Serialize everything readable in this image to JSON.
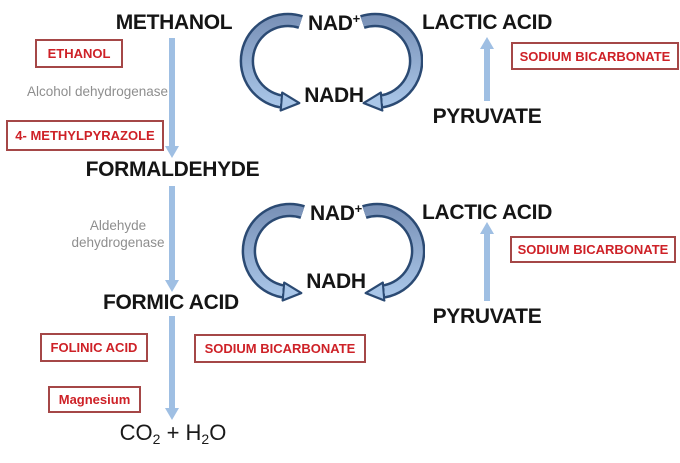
{
  "nodes": {
    "methanol": "METHANOL",
    "formaldehyde": "FORMALDEHYDE",
    "formic_acid": "FORMIC ACID",
    "end_product": {
      "co": "CO",
      "co_sub": "2",
      "plus": " + ",
      "h": "H",
      "h_sub": "2",
      "o": "O"
    }
  },
  "enzymes": {
    "alcohol_dehydrogenase": "Alcohol dehydrogenase",
    "aldehyde_dehydrogenase": "Aldehyde dehydrogenase"
  },
  "antidote_boxes": {
    "ethanol": "ETHANOL",
    "methylpyrazole": "4- METHYLPYRAZOLE",
    "folinic_acid": "FOLINIC ACID",
    "magnesium": "Magnesium",
    "sodium_bicarbonate": "SODIUM BICARBONATE"
  },
  "cycles": [
    {
      "nad": "NAD",
      "nad_sup": "+",
      "nadh": "NADH",
      "lactic_acid": "LACTIC ACID",
      "pyruvate": "PYRUVATE",
      "sodium_bicarbonate": "SODIUM BICARBONATE"
    },
    {
      "nad": "NAD",
      "nad_sup": "+",
      "nadh": "NADH",
      "lactic_acid": "LACTIC ACID",
      "pyruvate": "PYRUVATE",
      "sodium_bicarbonate": "SODIUM BICARBONATE"
    }
  ],
  "colors": {
    "box_border": "#a54747",
    "box_text": "#ce2127",
    "straight_arrow": "#9fbfe3",
    "arc_outline": "#2b4a73",
    "arc_gradient_top": "#7890b6",
    "arc_gradient_bottom": "#abc8ea",
    "node_text": "#151515",
    "enzyme_text": "#8e8e8e"
  }
}
